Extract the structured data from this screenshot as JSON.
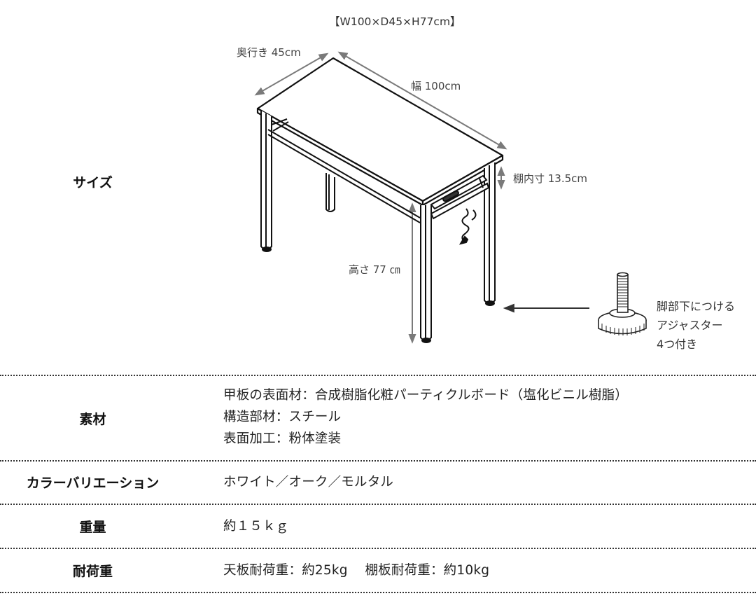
{
  "size_section": {
    "label": "サイズ",
    "overall_dimensions": "【W100×D45×H77cm】",
    "depth_label": "奥行き 45cm",
    "width_label": "幅 100cm",
    "shelf_clearance_label": "棚内寸 13.5cm",
    "height_label": "高さ 77 ㎝",
    "adjuster_note": [
      "脚部下につける",
      "アジャスター",
      "4つ付き"
    ]
  },
  "specs": [
    {
      "label": "素材",
      "lines": [
        "甲板の表面材：合成樹脂化粧パーティクルボード（塩化ビニル樹脂）",
        "構造部材：スチール",
        "表面加工：粉体塗装"
      ]
    },
    {
      "label": "カラーバリエーション",
      "lines": [
        "ホワイト／オーク／モルタル"
      ]
    },
    {
      "label": "重量",
      "lines": [
        "約１５ｋｇ"
      ]
    },
    {
      "label": "耐荷重",
      "lines": [
        "天板耐荷重：約25kg　 棚板耐荷重：約10kg"
      ]
    }
  ],
  "colors": {
    "line": "#111111",
    "dimension_arrow": "#7a7a7a",
    "divider": "#333333",
    "background": "#ffffff"
  }
}
